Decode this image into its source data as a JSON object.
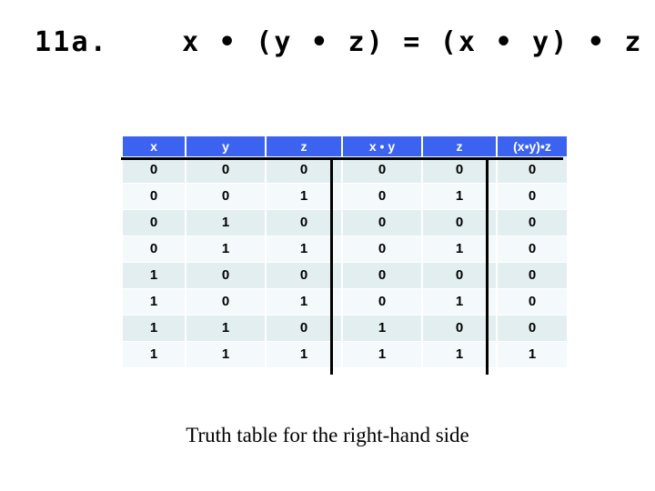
{
  "slide": {
    "title": "11a.    x • (y • z) = (x • y) • z",
    "caption": "Truth table for the right-hand side",
    "colors": {
      "header_blue": "#3b63ef",
      "header_text": "#ffffff",
      "row_odd": "#e3eef0",
      "row_even": "#f4fafb",
      "rule": "#000000",
      "page_background": "#ffffff"
    }
  },
  "truth_table": {
    "headers": [
      "x",
      "y",
      "z",
      "x • y",
      "z",
      "(x•y)•z"
    ],
    "rows": [
      [
        "0",
        "0",
        "0",
        "0",
        "0",
        "0"
      ],
      [
        "0",
        "0",
        "1",
        "0",
        "1",
        "0"
      ],
      [
        "0",
        "1",
        "0",
        "0",
        "0",
        "0"
      ],
      [
        "0",
        "1",
        "1",
        "0",
        "1",
        "0"
      ],
      [
        "1",
        "0",
        "0",
        "0",
        "0",
        "0"
      ],
      [
        "1",
        "0",
        "1",
        "0",
        "1",
        "0"
      ],
      [
        "1",
        "1",
        "0",
        "1",
        "0",
        "0"
      ],
      [
        "1",
        "1",
        "1",
        "1",
        "1",
        "1"
      ]
    ]
  }
}
